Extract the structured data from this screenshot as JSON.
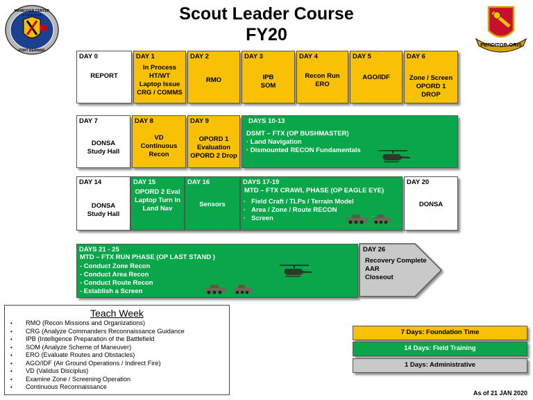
{
  "title": "Scout Leader Course",
  "subtitle": "FY20",
  "logos": {
    "left": {
      "lines": [
        "MANEUVER CENTER",
        "OF EXCELLENCE",
        "FORT BENNING"
      ],
      "icon": "maneuver-center-seal-icon"
    },
    "right": {
      "banner": "PERDITOR-ORIS",
      "icon": "cavalry-crest-icon"
    }
  },
  "row1": [
    {
      "day": "DAY 0",
      "lines": [
        "REPORT"
      ]
    },
    {
      "day": "DAY 1",
      "lines": [
        "In Process",
        "HT/WT",
        "Laptop Issue",
        "CRG / COMMS"
      ]
    },
    {
      "day": "DAY 2",
      "lines": [
        "RMO"
      ]
    },
    {
      "day": "DAY 3",
      "lines": [
        "IPB",
        "SOM"
      ]
    },
    {
      "day": "DAY 4",
      "lines": [
        "Recon Run",
        "ERO"
      ]
    },
    {
      "day": "DAY 5",
      "lines": [
        "AGO/IDF"
      ]
    },
    {
      "day": "DAY 6",
      "lines": [
        "Zone / Screen",
        "OPORD 1 DROP"
      ]
    }
  ],
  "row2": [
    {
      "day": "DAY 7",
      "lines": [
        "DONSA",
        "Study Hall"
      ]
    },
    {
      "day": "DAY 8",
      "lines": [
        "VD",
        "Continuous",
        "Recon"
      ]
    },
    {
      "day": "DAY 9",
      "lines": [
        "OPORD 1",
        "Evaluation",
        "OPORD 2 Drop"
      ]
    },
    {
      "day": "DAYS 10-13",
      "lines": [
        "DSMT – FTX (OP BUSHMASTER)",
        "· Land Navigation",
        "· Dismounted RECON Fundamentals"
      ]
    }
  ],
  "row3": [
    {
      "day": "DAY 14",
      "lines": [
        "DONSA",
        "Study Hall"
      ]
    },
    {
      "day": "DAY 15",
      "lines_html": [
        "OPORD 2 Eval",
        "Laptop Turn In",
        "Land Nav"
      ]
    },
    {
      "day": "DAY 16",
      "lines": [
        "Sensors"
      ]
    },
    {
      "day": "DAYS 17-19",
      "header": "MTD – FTX CRAWL PHASE (OP EAGLE EYE)",
      "lines": [
        "Field Craft / TLPs / Terrain Model",
        "Area / Zone / Route RECON",
        "Screen"
      ]
    },
    {
      "day": "DAY 20",
      "lines": [
        "DONSA"
      ]
    }
  ],
  "row4": [
    {
      "day": "DAYS 21 - 25",
      "header": "MTD – FTX RUN PHASE (OP LAST STAND )",
      "lines": [
        "- Conduct Zone Recon",
        "- Conduct Area Recon",
        "- Conduct Route Recon",
        "- Establish a Screen"
      ]
    },
    {
      "day": "DAY 26",
      "lines": [
        "Recovery Complete",
        "AAR",
        "Closeout"
      ]
    }
  ],
  "teach_week": {
    "title": "Teach Week",
    "items": [
      "RMO (Recon Missions and Organizations)",
      "CRG (Analyze Commanders Reconnaissance Guidance",
      "IPB (Intelligence Preparation of the Battlefield",
      "SOM (Analyze Scheme of Maneuver)",
      "ERO (Evaluate Routes and Obstacles)",
      "AGO/IDF (Air Ground Operations / Indirect Fire)",
      "VD (Validus Disciplus)",
      "Examine Zone / Screening Operation",
      "Continuous Reconnaissance"
    ]
  },
  "legend": [
    {
      "label": "7 Days: Foundation Time",
      "color": "#f9c106"
    },
    {
      "label": "14 Days: Field Training",
      "color": "#0aa64a"
    },
    {
      "label": "1 Days: Administrative",
      "color": "#c9c9c9"
    }
  ],
  "as_of": "As of 21 JAN 2020",
  "icons": [
    "helicopter-icon",
    "armored-vehicle-icon"
  ]
}
